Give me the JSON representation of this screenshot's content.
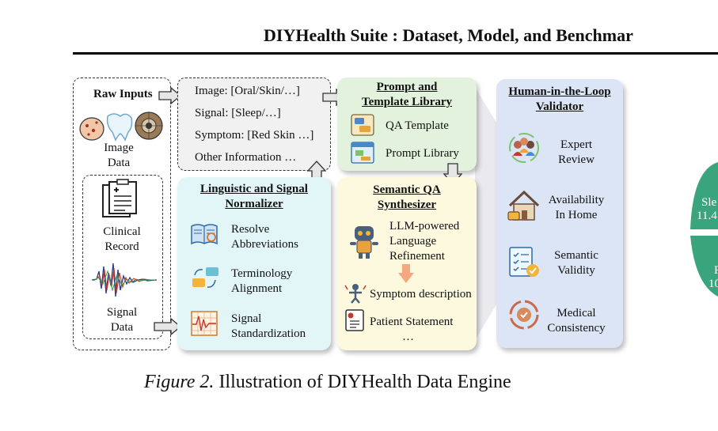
{
  "header": {
    "title": "DIYHealth Suite : Dataset, Model, and Benchmar"
  },
  "raw_inputs": {
    "title": "Raw Inputs",
    "image_data": "Image\nData",
    "clinical_record": [
      "Clinical",
      "Record"
    ],
    "signal_data": [
      "Signal",
      "Data"
    ],
    "image_data_lines": [
      "Image",
      "Data"
    ]
  },
  "categories": {
    "items": [
      "Image: [Oral/Skin/…]",
      "Signal: [Sleep/…]",
      "Symptom: [Red Skin …]",
      "Other Information …"
    ]
  },
  "normalizer": {
    "title_lines": [
      "Linguistic and Signal",
      "Normalizer"
    ],
    "items": [
      {
        "label_lines": [
          "Resolve",
          "Abbreviations"
        ],
        "icon": "book-icon"
      },
      {
        "label_lines": [
          "Terminology",
          "Alignment"
        ],
        "icon": "chat-sync-icon"
      },
      {
        "label_lines": [
          "Signal",
          "Standardization"
        ],
        "icon": "waveform-grid-icon"
      }
    ]
  },
  "prompt_library": {
    "title_lines": [
      "Prompt and",
      "Template Library"
    ],
    "items": [
      "QA Template",
      "Prompt Library"
    ]
  },
  "synthesizer": {
    "title_lines": [
      "Semantic QA",
      "Synthesizer"
    ],
    "llm_lines": [
      "LLM-powered",
      "Language",
      "Refinement"
    ],
    "outputs": [
      "Symptom description",
      "Patient Statement",
      "…"
    ]
  },
  "validator": {
    "title_lines": [
      "Human-in-the-Loop",
      "Validator"
    ],
    "items": [
      {
        "label_lines": [
          "Expert",
          "Review"
        ],
        "icon": "people-icon"
      },
      {
        "label_lines": [
          "Availability",
          "In Home"
        ],
        "icon": "house-icon"
      },
      {
        "label_lines": [
          "Semantic",
          "Validity"
        ],
        "icon": "checklist-icon"
      },
      {
        "label_lines": [
          "Medical",
          "Consistency"
        ],
        "icon": "cycle-check-icon"
      }
    ]
  },
  "pie_fragment": {
    "labels": [
      "Sle",
      "11.4",
      "F",
      "10"
    ]
  },
  "caption": {
    "label": "Figure 2.",
    "text": "Illustration of DIYHealth Data Engine"
  },
  "colors": {
    "normalizer_bg": "#e3f6f7",
    "prompt_bg": "#e2f2dc",
    "synth_bg": "#fcf9df",
    "validator_bg": "#dbe5f5",
    "categories_bg": "#f1f1f1",
    "pie_green": "#3aa57d"
  }
}
